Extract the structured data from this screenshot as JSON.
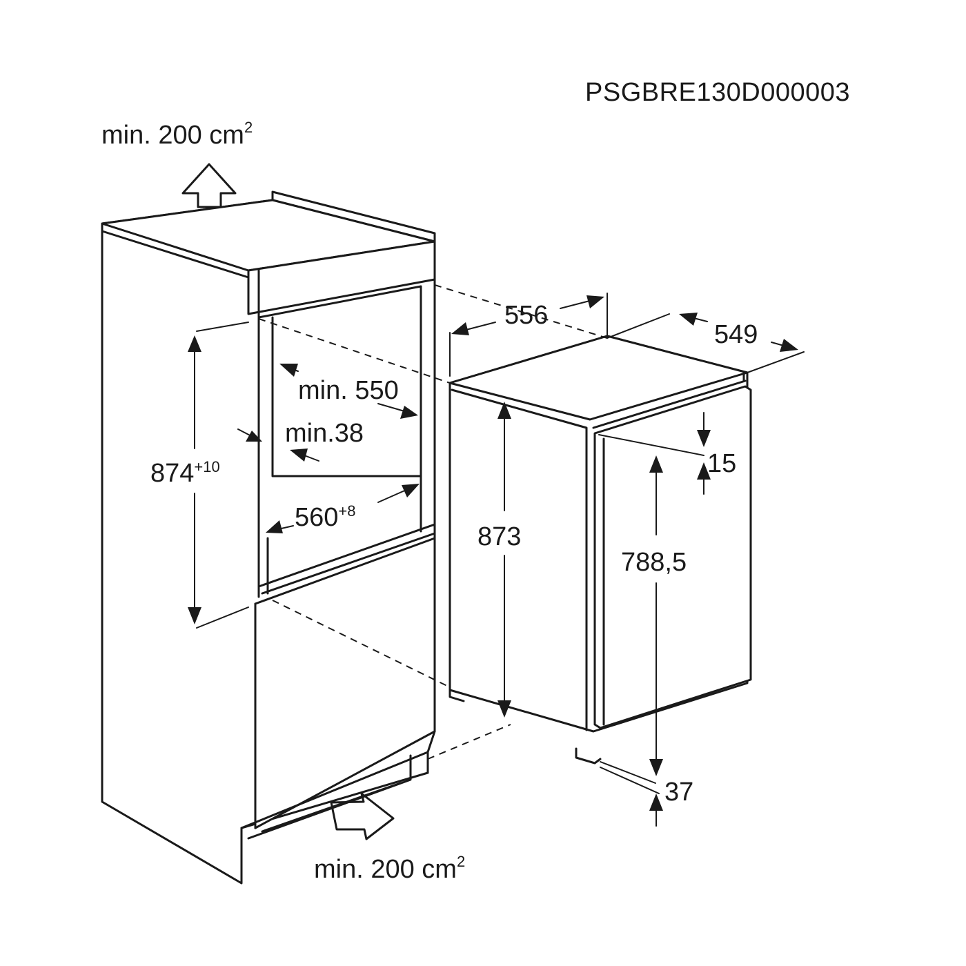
{
  "diagram_code": "PSGBRE130D000003",
  "ventilation": {
    "top": {
      "text": "min. 200 cm",
      "sup": "2"
    },
    "bottom": {
      "text": "min. 200 cm",
      "sup": "2"
    }
  },
  "niche": {
    "height": {
      "value": "874",
      "sup": "+10"
    },
    "depth": "min. 550",
    "gap": "min.38",
    "width": {
      "value": "560",
      "sup": "+8"
    }
  },
  "appliance": {
    "width": "556",
    "depth": "549",
    "height": "873",
    "door_height": "788,5",
    "top_offset": "15",
    "bottom_offset": "37"
  }
}
